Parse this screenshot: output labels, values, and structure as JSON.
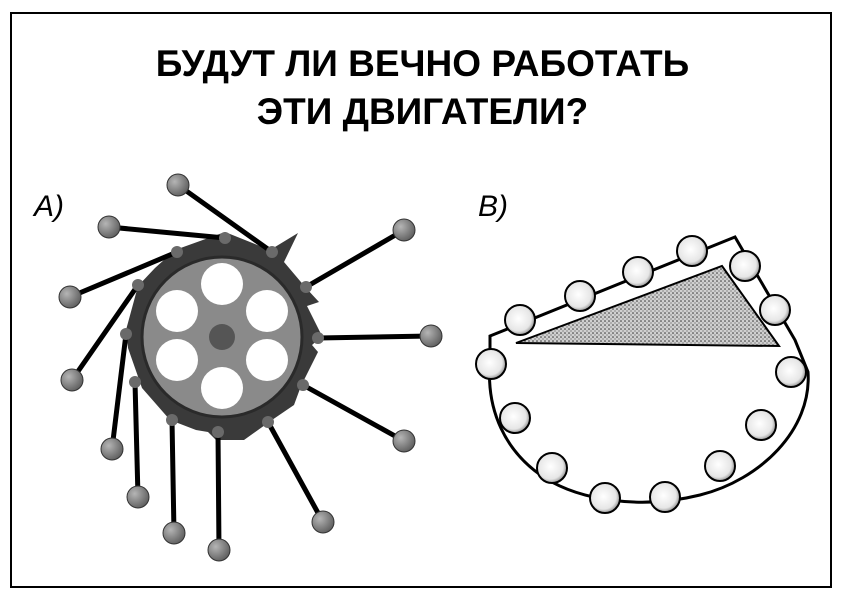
{
  "title": {
    "line1": "БУДУТ ЛИ ВЕЧНО РАБОТАТЬ",
    "line2": "ЭТИ ДВИГАТЕЛИ?"
  },
  "panels": [
    {
      "label": "A)"
    },
    {
      "label": "B)"
    }
  ],
  "colors": {
    "wheel_outer": "#3a3a3a",
    "wheel_disc": "#8a8a8a",
    "wheel_holes": "#ffffff",
    "hub": "#555555",
    "balls": "#7a7a7a",
    "rods": "#000000",
    "triangle_fill": "#bdbdbd"
  }
}
